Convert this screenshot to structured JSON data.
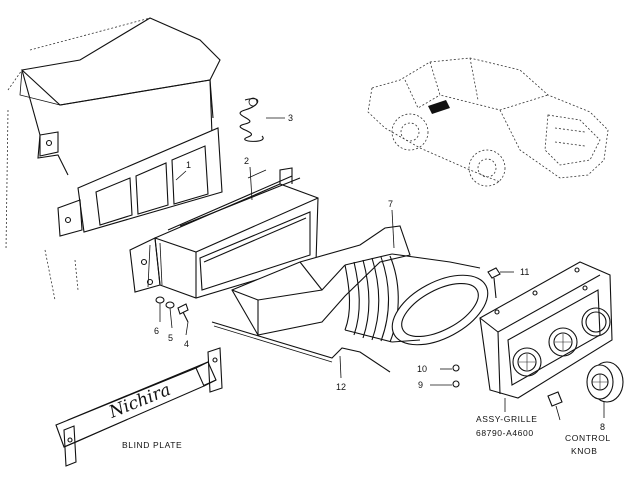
{
  "callouts": {
    "c1": "1",
    "c2": "2",
    "c3": "3",
    "c4": "4",
    "c5": "5",
    "c6": "6",
    "c7": "7",
    "c8": "8",
    "c9": "9",
    "c10": "10",
    "c11": "11",
    "c12": "12"
  },
  "labels": {
    "assy_grille_line1": "ASSY-GRILLE",
    "assy_grille_line2": "68790-A4600",
    "control_knob_line1": "CONTROL",
    "control_knob_line2": "KNOB",
    "blind_plate": "BLIND PLATE",
    "nichira": "Nichira"
  }
}
